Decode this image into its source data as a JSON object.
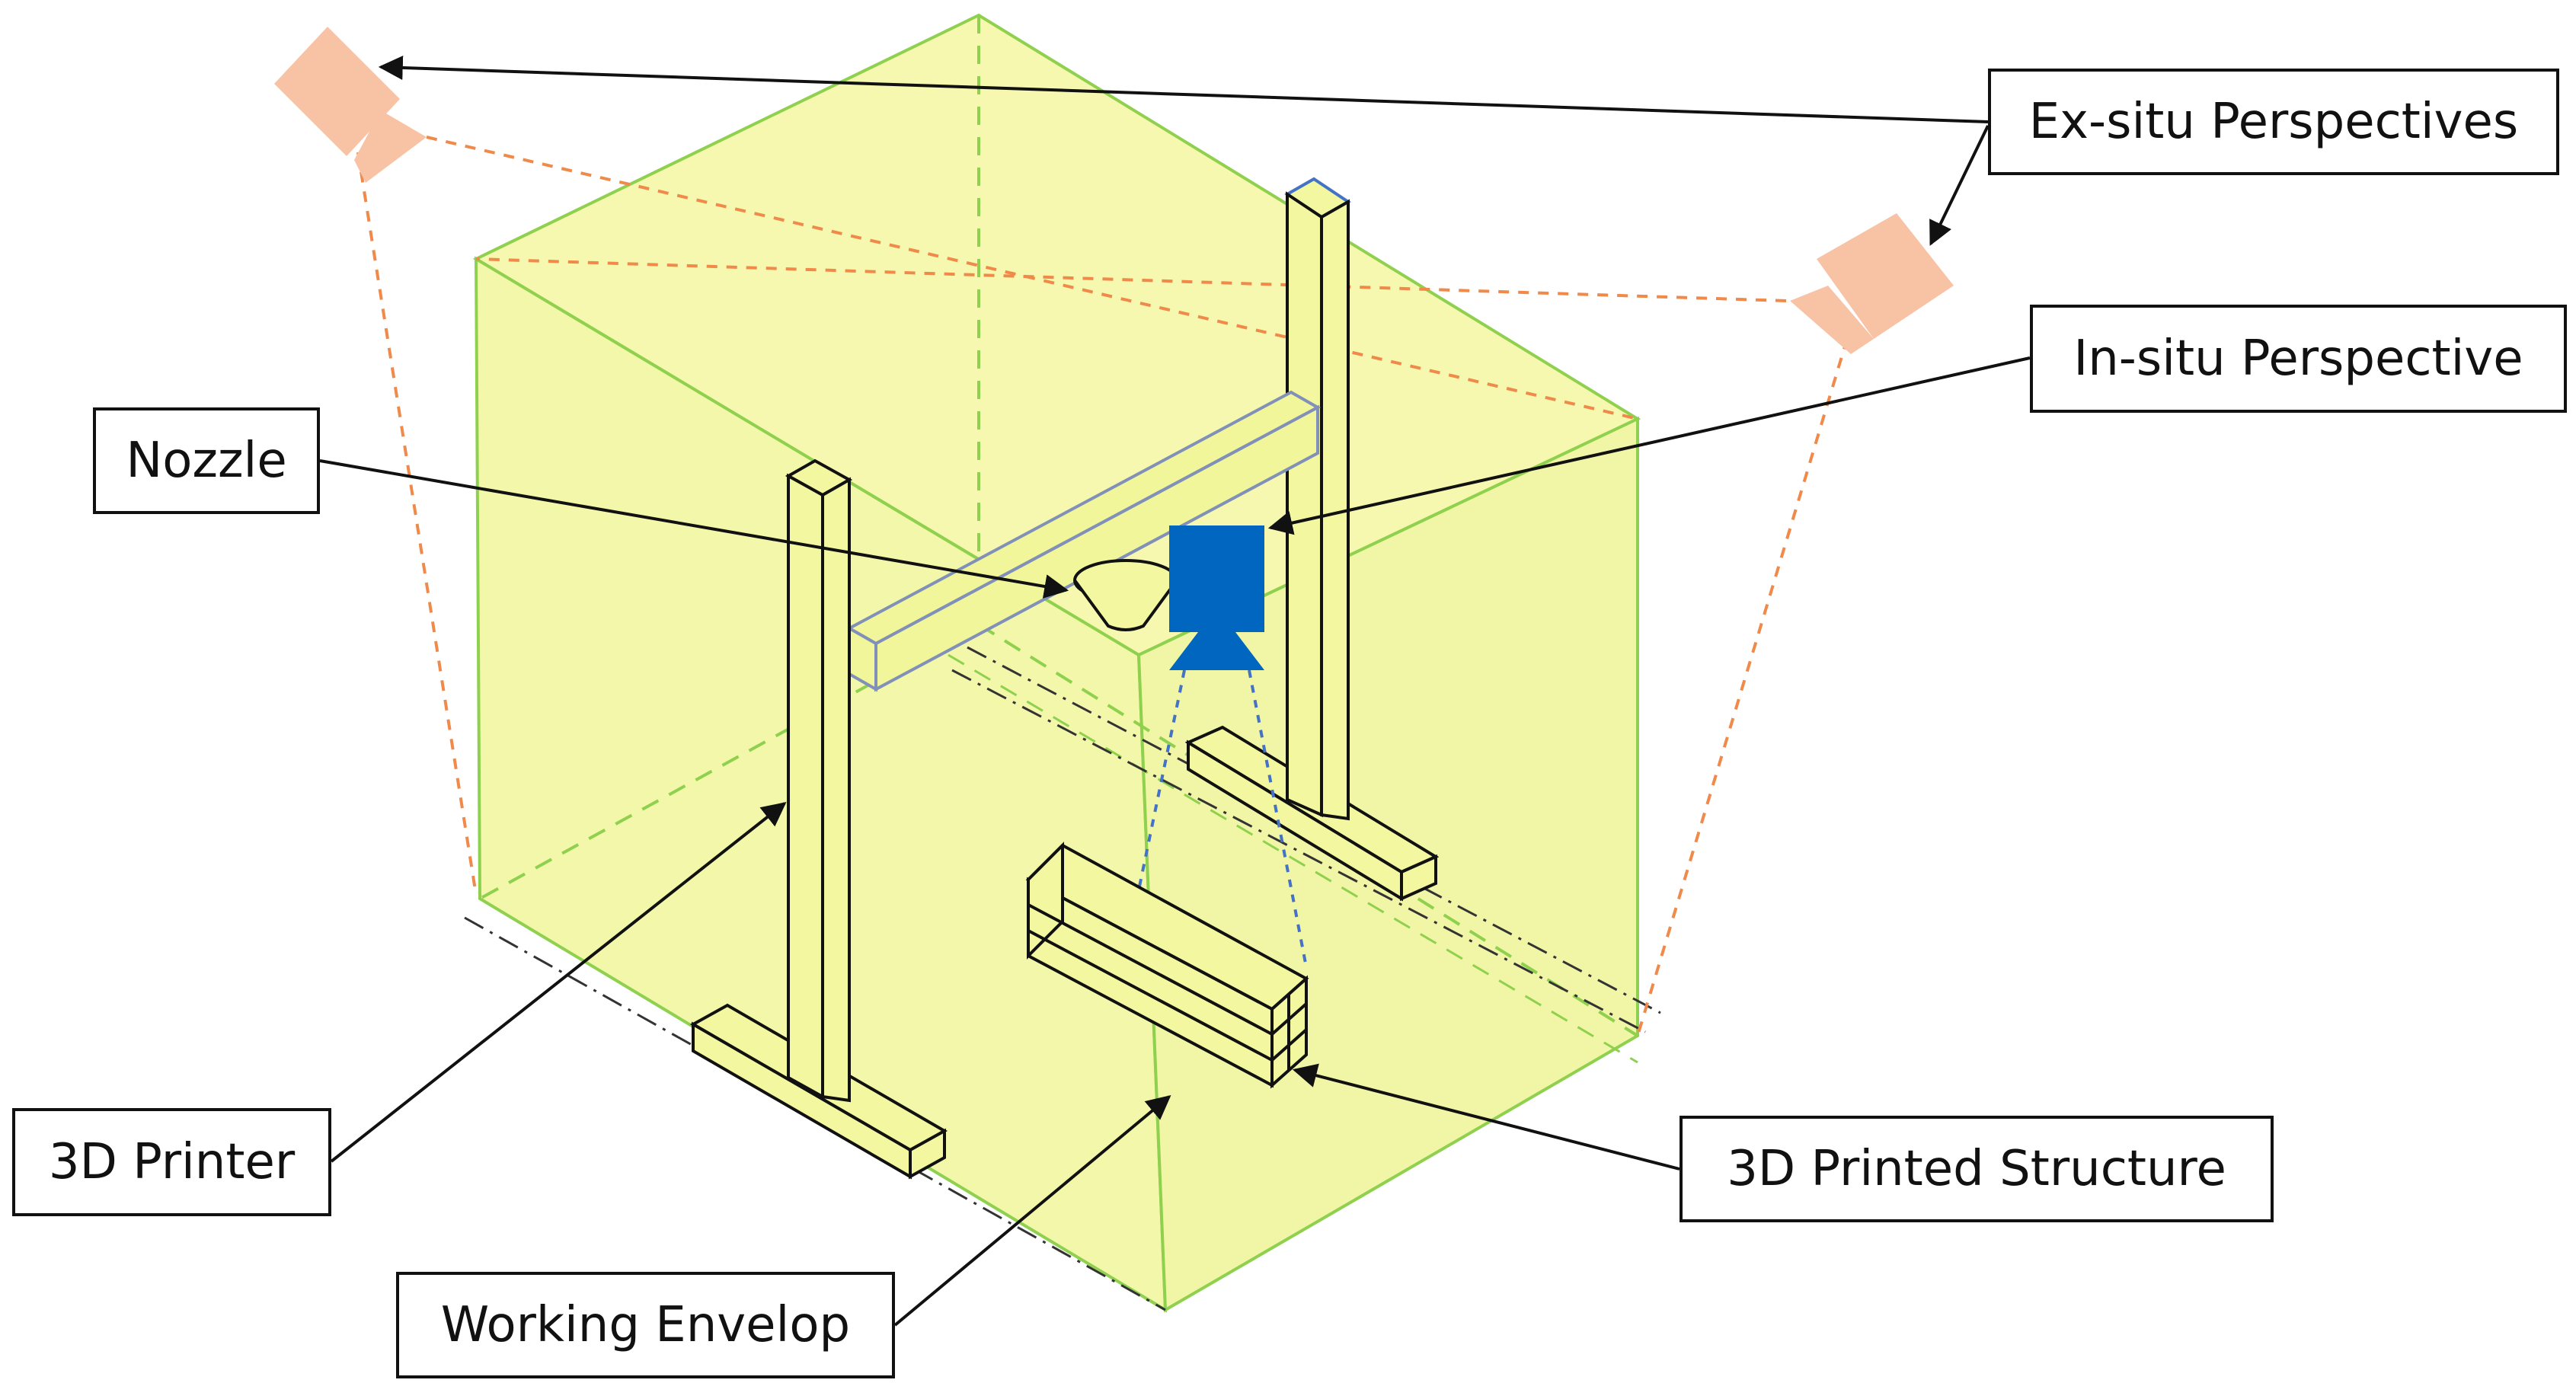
{
  "labels": {
    "ex_situ": "Ex-situ Perspectives",
    "in_situ": "In-situ Perspective",
    "nozzle": "Nozzle",
    "printer": "3D Printer",
    "structure": "3D Printed Structure",
    "envelope": "Working Envelop"
  },
  "icons": {
    "ex_situ_camera": "camera-icon",
    "in_situ_camera": "camera-icon",
    "nozzle": "nozzle-cone-icon"
  },
  "colors": {
    "envelope_fill": "#f3f7a0",
    "envelope_edge": "#8fd14f",
    "ex_situ_camera": "#f8c3a5",
    "view_lines": "#f08a4b",
    "in_situ_camera": "#0066c0",
    "in_situ_view": "#4472c4",
    "outline": "#111111"
  }
}
